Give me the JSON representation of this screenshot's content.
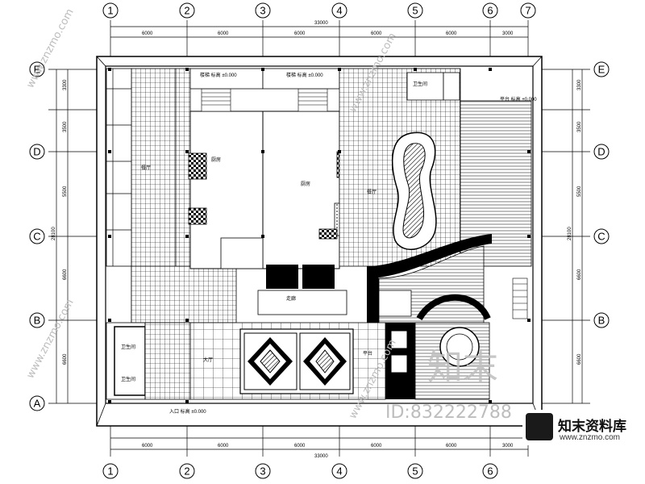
{
  "axes": {
    "columns": [
      "1",
      "2",
      "3",
      "4",
      "5",
      "6",
      "7"
    ],
    "rows": [
      "E",
      "D",
      "C",
      "B",
      "A"
    ]
  },
  "dimensions": {
    "top_total": "33000",
    "top_spans": [
      "6000",
      "6000",
      "6000",
      "6000",
      "6000",
      "3000"
    ],
    "bottom_total": "33000",
    "bottom_spans": [
      "6000",
      "6000",
      "6000",
      "6000",
      "6000",
      "3000"
    ],
    "left_spans": [
      "3300",
      "3500",
      "5500",
      "6600",
      "6600"
    ],
    "left_total": "28100",
    "right_spans": [
      "3300",
      "3500",
      "5500",
      "6600",
      "6600"
    ],
    "right_total": "28100"
  },
  "rooms": {
    "kitchen_left": "厨房",
    "kitchen_right": "厨房",
    "toilet_a": "卫生间",
    "toilet_b": "卫生间",
    "toilet_c": "卫生间",
    "lobby": "大厅",
    "corridor": "走廊",
    "dining_left": "餐厅",
    "dining_right": "餐厅",
    "terrace": "平台"
  },
  "notes": {
    "stair_left": "楼梯 标高 ±0.000",
    "stair_right": "楼梯 标高 ±0.000",
    "note_right": "平台 标高 ±0.000",
    "note_bottom": "入口 标高 ±0.000"
  },
  "watermark": {
    "site": "www.znzmo.com",
    "logo": "知末",
    "id": "ID:832222788",
    "brand": "知末资料库"
  },
  "colors": {
    "line": "#000000",
    "watermark": "#bdbdbd"
  }
}
